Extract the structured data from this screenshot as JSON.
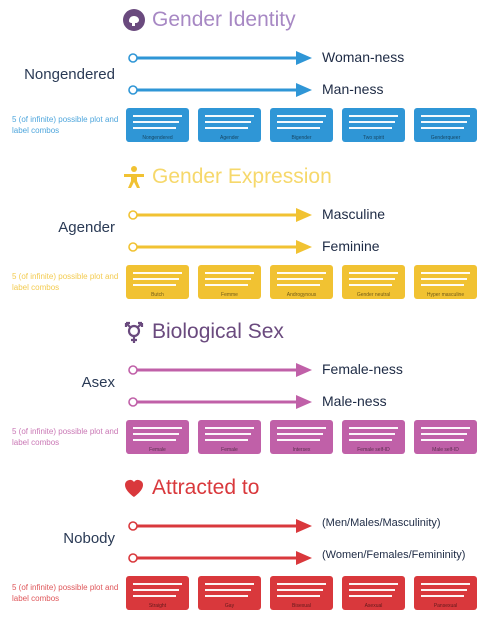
{
  "sections": [
    {
      "id": "gender-identity",
      "title": "Gender Identity",
      "icon": "brain-icon",
      "color": "#2f96d6",
      "title_color": "#a788c4",
      "zero_label": "Nongendered",
      "arrows": [
        {
          "label": "Woman-ness"
        },
        {
          "label": "Man-ness"
        }
      ],
      "note": "5 (of infinite) possible plot and label combos",
      "tiles": [
        {
          "caption": "Nongendered"
        },
        {
          "caption": "Agender"
        },
        {
          "caption": "Bigender"
        },
        {
          "caption": "Two spirit"
        },
        {
          "caption": "Genderqueer"
        }
      ]
    },
    {
      "id": "gender-expression",
      "title": "Gender Expression",
      "icon": "person-icon",
      "color": "#f1c232",
      "title_color": "#f6d86b",
      "zero_label": "Agender",
      "arrows": [
        {
          "label": "Masculine"
        },
        {
          "label": "Feminine"
        }
      ],
      "note": "5 (of infinite) possible plot and label combos",
      "tiles": [
        {
          "caption": "Butch"
        },
        {
          "caption": "Femme"
        },
        {
          "caption": "Androgynous"
        },
        {
          "caption": "Gender neutral"
        },
        {
          "caption": "Hyper masculine"
        }
      ]
    },
    {
      "id": "biological-sex",
      "title": "Biological Sex",
      "icon": "sex-symbol-icon",
      "color": "#c060a8",
      "title_color": "#6a4a7e",
      "zero_label": "Asex",
      "arrows": [
        {
          "label": "Female-ness"
        },
        {
          "label": "Male-ness"
        }
      ],
      "note": "5 (of infinite) possible plot and label combos",
      "tiles": [
        {
          "caption": "Female"
        },
        {
          "caption": "Female"
        },
        {
          "caption": "Intersex"
        },
        {
          "caption": "Female self-ID"
        },
        {
          "caption": "Male self-ID"
        }
      ]
    },
    {
      "id": "attracted-to",
      "title": "Attracted to",
      "icon": "heart-icon",
      "color": "#d9383c",
      "title_color": "#d9383c",
      "zero_label": "Nobody",
      "arrows": [
        {
          "label": "(Men/Males/Masculinity)"
        },
        {
          "label": "(Women/Females/Femininity)"
        }
      ],
      "note": "5 (of infinite) possible plot and label combos",
      "tiles": [
        {
          "caption": "Straight"
        },
        {
          "caption": "Gay"
        },
        {
          "caption": "Bisexual"
        },
        {
          "caption": "Asexual"
        },
        {
          "caption": "Pansexual"
        }
      ]
    }
  ]
}
